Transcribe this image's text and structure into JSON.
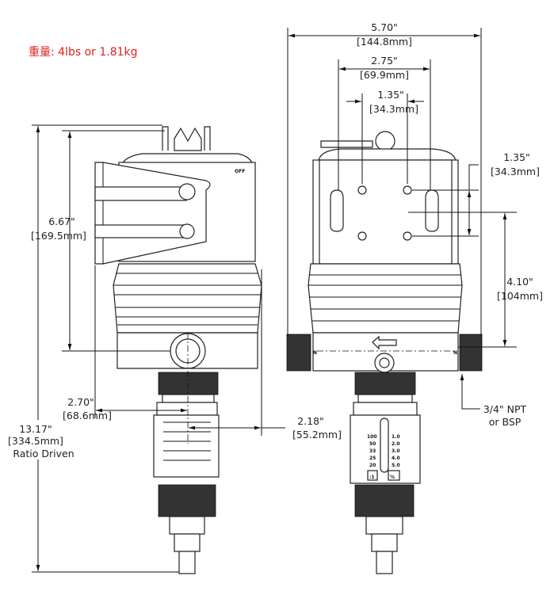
{
  "weight": "重量: 4lbs or 1.81kg",
  "dims": {
    "overall_width": {
      "in": "5.70\"",
      "mm": "[144.8mm]"
    },
    "mount_width": {
      "in": "2.75\"",
      "mm": "[69.9mm]"
    },
    "hole_spacing_h": {
      "in": "1.35\"",
      "mm": "[34.3mm]"
    },
    "hole_spacing_v": {
      "in": "1.35\"",
      "mm": "[34.3mm]"
    },
    "mount_to_inlet": {
      "in": "4.10\"",
      "mm": "[104mm]"
    },
    "connection": {
      "line1": "3/4\" NPT",
      "line2": "or BSP"
    },
    "top_to_inlet": {
      "in": "6.67\"",
      "mm": "[169.5mm]"
    },
    "overall_height": {
      "in": "13.17\"",
      "mm": "[334.5mm]",
      "note": "Ratio Driven"
    },
    "back_to_center": {
      "in": "2.70\"",
      "mm": "[68.6mm]"
    },
    "center_to_front": {
      "in": "2.18\"",
      "mm": "[55.2mm]"
    }
  },
  "labels": {
    "off": "OFF",
    "ratio_scale": [
      "100",
      "50",
      "33",
      "25",
      "20"
    ],
    "percent_scale": [
      "1.0",
      "2.0",
      "3.0",
      "4.0",
      "5.0"
    ],
    "ratio_symbol": ":1",
    "percent_symbol": "%",
    "port_mark": "N"
  }
}
